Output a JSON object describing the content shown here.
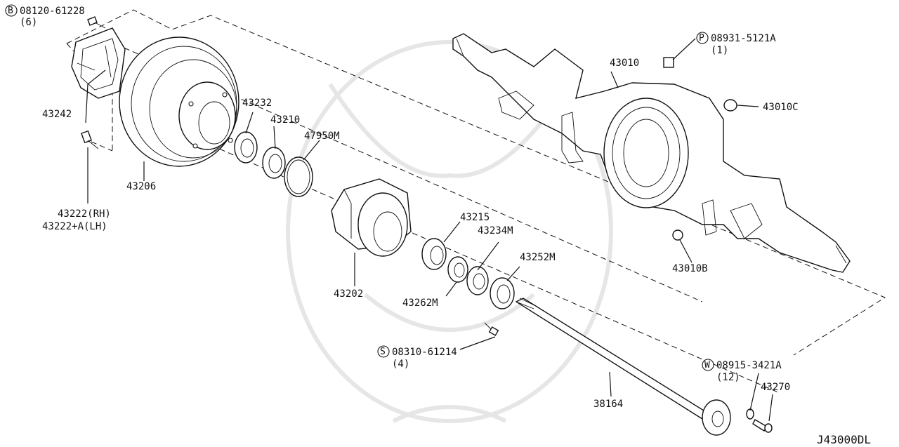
{
  "callouts": {
    "c_08120": {
      "badge": "B",
      "code": "08120-61228",
      "qty": "(6)"
    },
    "c_08931": {
      "badge": "P",
      "code": "08931-5121A",
      "qty": "(1)"
    },
    "c_08310": {
      "badge": "S",
      "code": "08310-61214",
      "qty": "(4)"
    },
    "c_08915": {
      "badge": "W",
      "code": "08915-3421A",
      "qty": "(12)"
    }
  },
  "parts": {
    "p43242": "43242",
    "p43206": "43206",
    "p43222rh": "43222(RH)",
    "p43222lh": "43222+A(LH)",
    "p43232": "43232",
    "p43210": "43210",
    "p47950m": "47950M",
    "p43202": "43202",
    "p43215": "43215",
    "p43234m": "43234M",
    "p43252m": "43252M",
    "p43262m": "43262M",
    "p43010": "43010",
    "p43010c": "43010C",
    "p43010b": "43010B",
    "p38164": "38164",
    "p43270": "43270"
  },
  "diagram_id": "J43000DL"
}
